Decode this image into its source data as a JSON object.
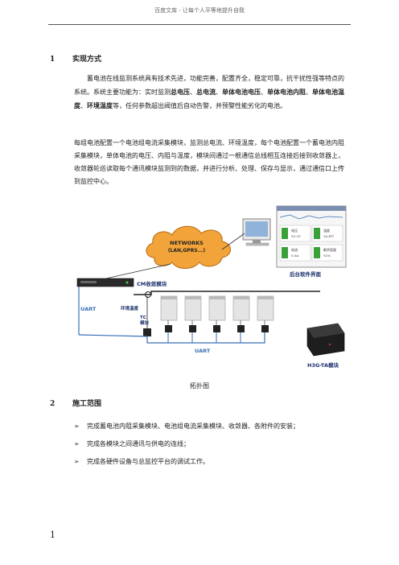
{
  "header": {
    "text": "百度文库 - 让每个人平等地提升自我"
  },
  "section1": {
    "number": "1",
    "title": "实现方式",
    "p1_a": "蓄电池在线监测系统具有技术先进，功能完善，配置齐全，稳定可靠，抗干扰性强等特点的系统。系统主要功能为：实时监测",
    "p1_bold1": "总电压",
    "p1_sep1": "、",
    "p1_bold2": "总电流",
    "p1_sep2": "、",
    "p1_bold3": "单体电池电压",
    "p1_sep3": "、",
    "p1_bold4": "单体电池内阻",
    "p1_sep4": "、",
    "p1_bold5": "单体电池温度",
    "p1_sep5": "、",
    "p1_bold6": "环境温度",
    "p1_b": "等，任何参数超出阀值后自动告警，并预警性能劣化的电池。",
    "p2": "每组电池配置一个电池组电流采集模块，监测总电流、环境温度，每个电池配置一个蓄电池内阻采集模块，单体电池的电压、内阻与温度，模块间通过一根通信总线相互连接后接到收敛器上，收敛器轮巡读取每个通讯模块监测到的数据，并进行分析、处理、保存与显示，通过通信口上传到监控中心。"
  },
  "diagram": {
    "cloud_line1": "NETWORKS",
    "cloud_line2": "(LAN,GPRS...)",
    "cm_label": "CM收敛模块",
    "uart_left": "UART",
    "env_temp": "环境温度",
    "tc_line1": "TC",
    "tc_line2": "模块",
    "uart_bottom": "UART",
    "h3g_label": "H3G-TA模块",
    "software_label": "后台软件界面",
    "screen_cells": [
      {
        "label": "电压",
        "value": "53.2V",
        "color": "#3aa03a"
      },
      {
        "label": "温度",
        "value": "26.4℃",
        "color": "#3aa03a"
      },
      {
        "label": "电流",
        "value": "0.0A",
        "color": "#3aa03a"
      },
      {
        "label": "剩余容量",
        "value": "92%",
        "color": "#3aa03a"
      }
    ]
  },
  "caption": "拓扑图",
  "section2": {
    "number": "2",
    "title": "施工范围",
    "bullets": [
      "完成蓄电池内阻采集模块、电池组电流采集模块、收敛器、各附件的安装；",
      "完成各模块之间通讯与供电的连线；",
      "完成各硬件设备与总监控平台的调试工作。"
    ]
  },
  "page_number": "1"
}
